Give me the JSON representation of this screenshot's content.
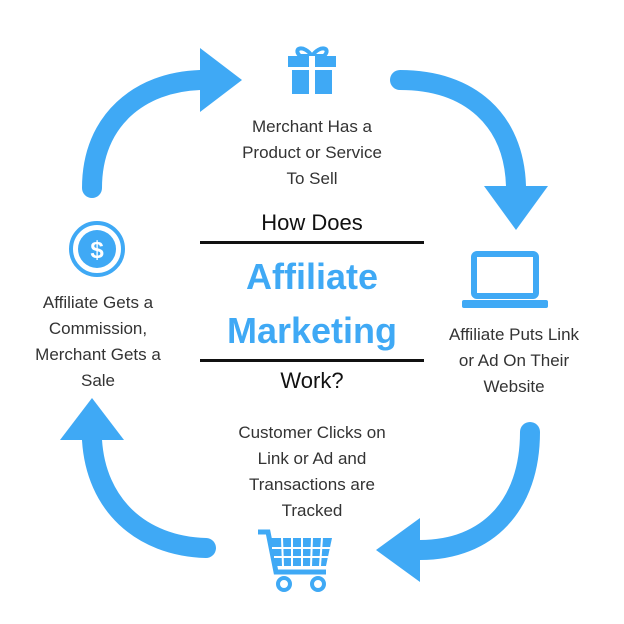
{
  "diagram": {
    "title": {
      "top": "How Does",
      "highlight_line1": "Affiliate",
      "highlight_line2": "Marketing",
      "bottom": "Work?"
    },
    "steps": [
      {
        "text": "Merchant Has a\nProduct or Service\nTo Sell",
        "icon": "gift-icon"
      },
      {
        "text": "Affiliate Puts Link\nor Ad On Their\nWebsite",
        "icon": "laptop-icon"
      },
      {
        "text": "Customer Clicks on\nLink or Ad and\nTransactions are\nTracked",
        "icon": "shopping-cart-icon"
      },
      {
        "text": "Affiliate Gets a\nCommission,\nMerchant Gets a\nSale",
        "icon": "dollar-coin-icon"
      }
    ],
    "accent_color": "#3fa9f5",
    "text_color": "#333333"
  }
}
